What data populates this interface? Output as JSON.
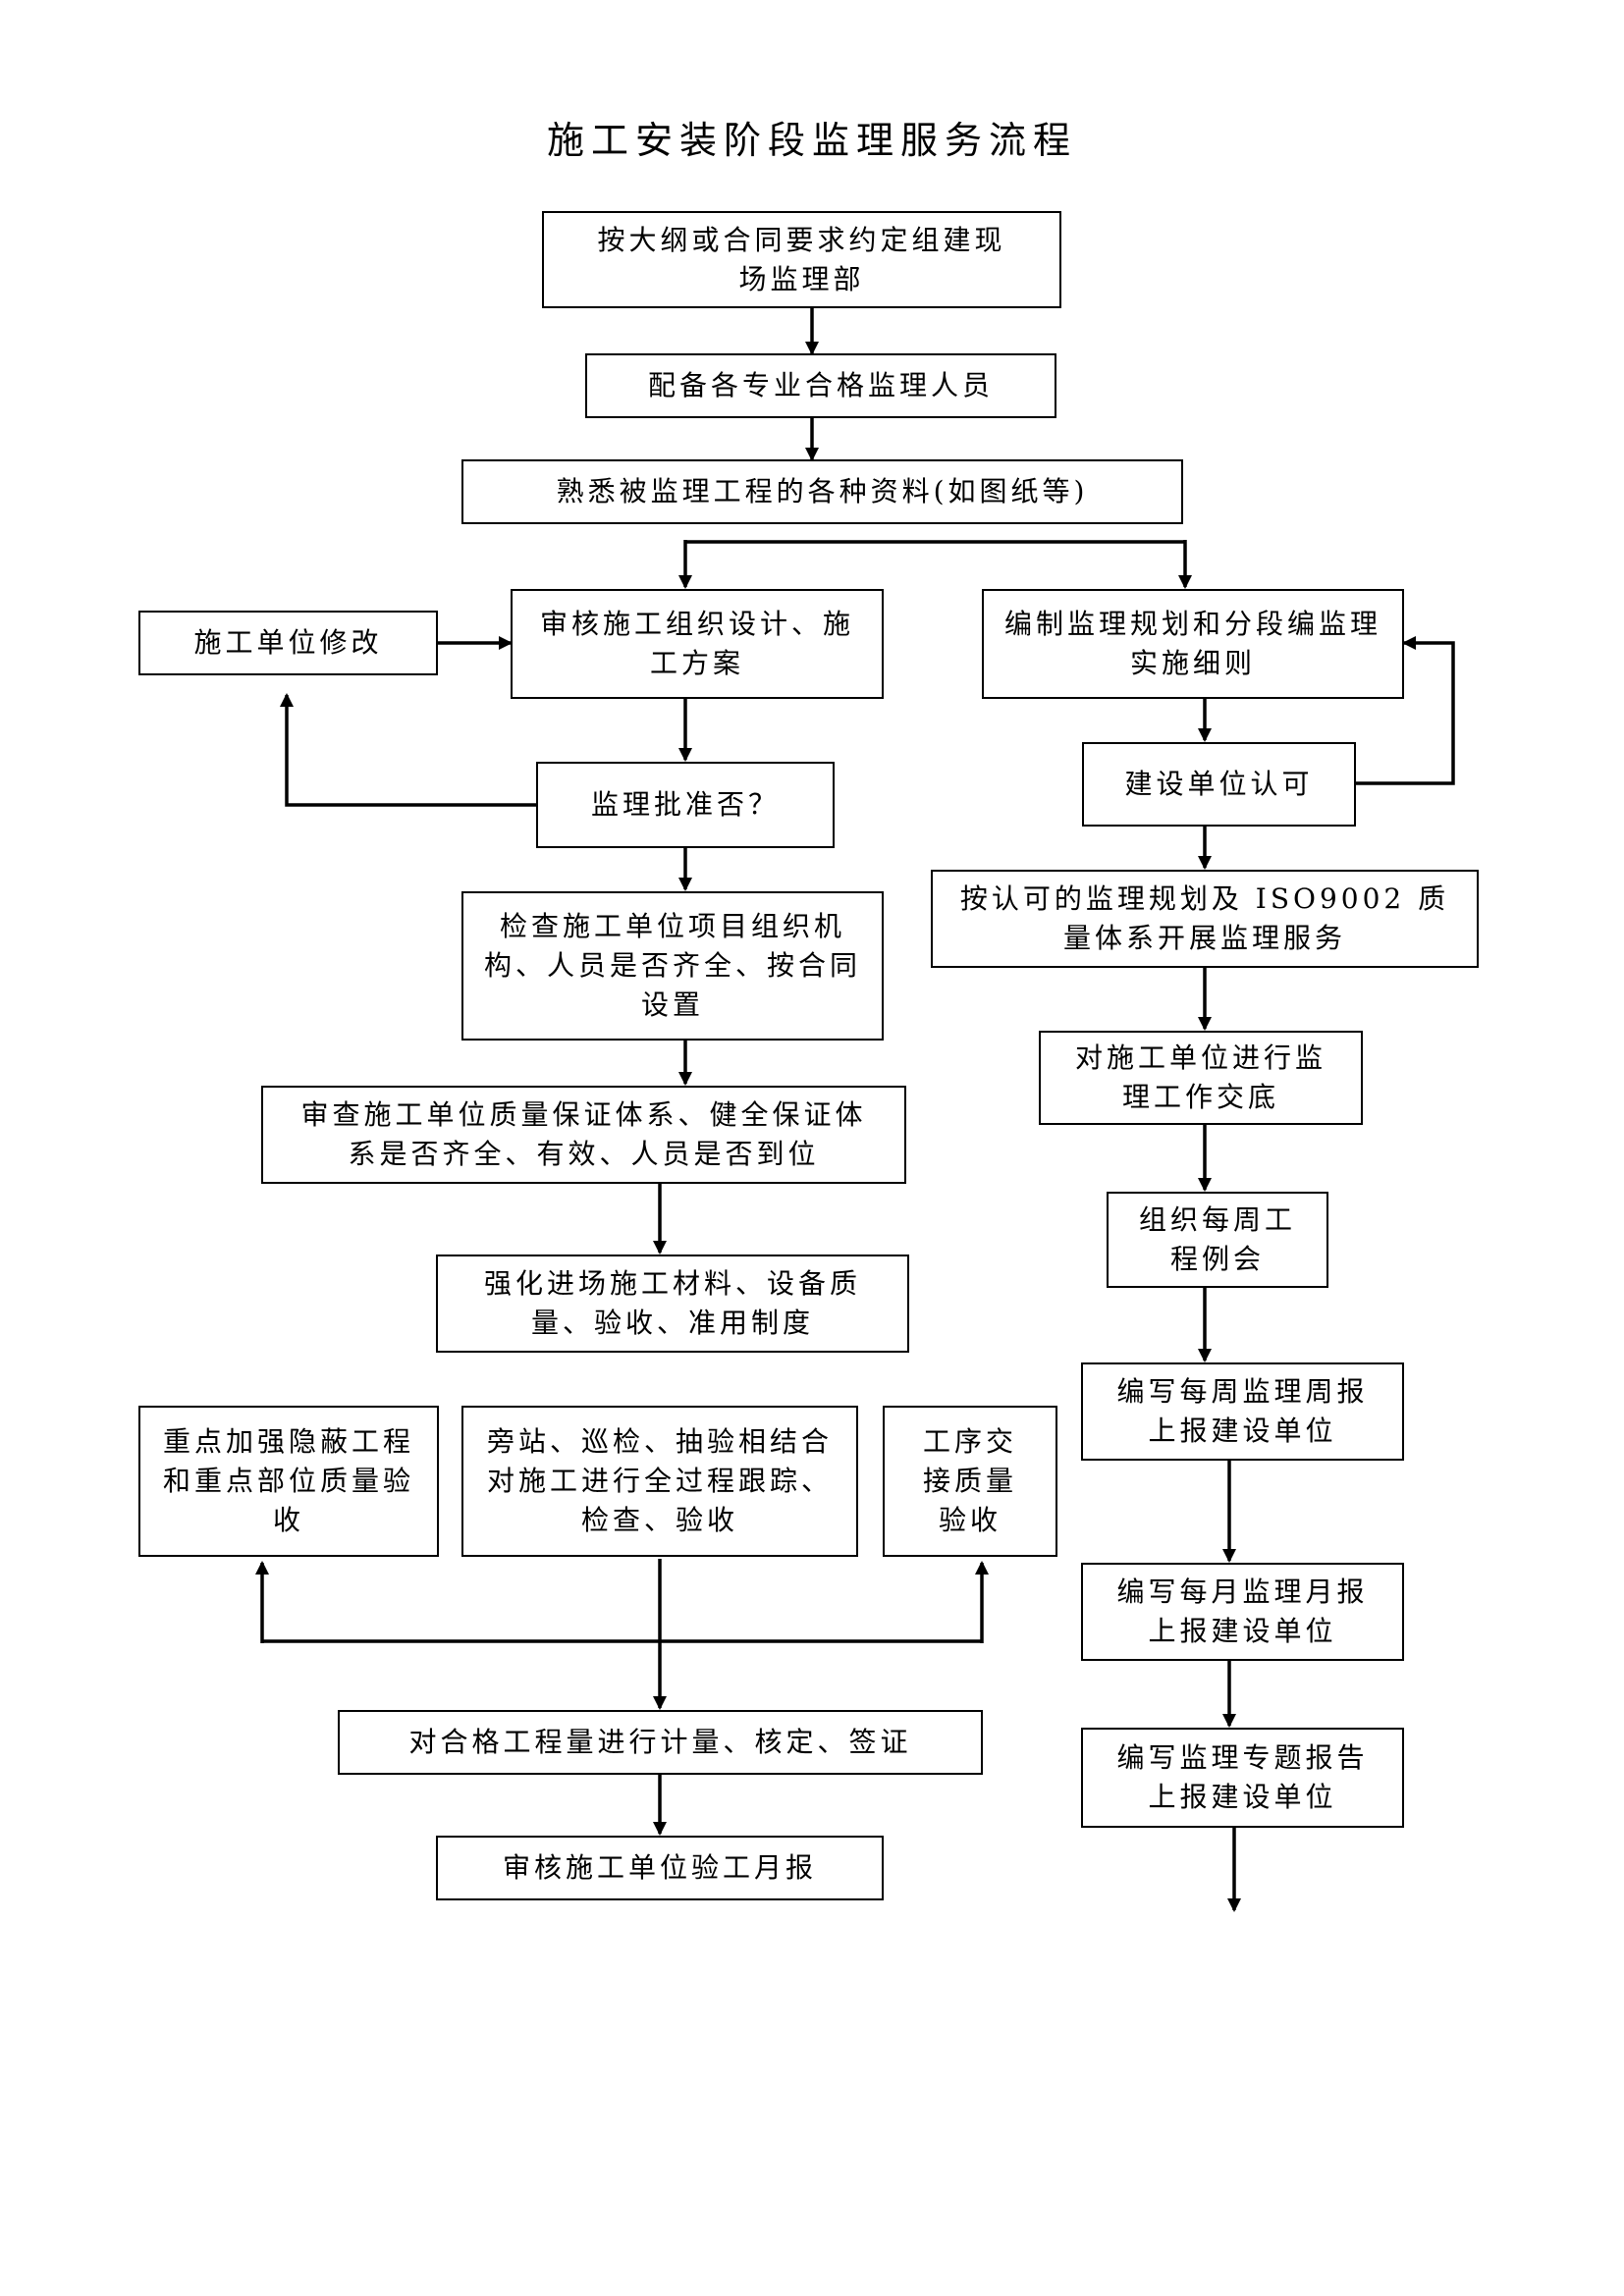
{
  "title": "施工安装阶段监理服务流程",
  "nodes": {
    "n1": "按大纲或合同要求约定组建现场监理部",
    "n2": "配备各专业合格监理人员",
    "n3": "熟悉被监理工程的各种资料(如图纸等)",
    "n4": "审核施工组织设计、施工方案",
    "n5": "施工单位修改",
    "n6": "监理批准否？",
    "n7": "检查施工单位项目组织机构、人员是否齐全、按合同设置",
    "n8": "审查施工单位质量保证体系、健全保证体系是否齐全、有效、人员是否到位",
    "n9": "强化进场施工材料、设备质量、验收、准用制度",
    "n10": "重点加强隐蔽工程和重点部位质量验收",
    "n11": "旁站、巡检、抽验相结合对施工进行全过程跟踪、检查、验收",
    "n12": "工序交接质量验收",
    "n13": "对合格工程量进行计量、核定、签证",
    "n14": "审核施工单位验工月报",
    "r1": "编制监理规划和分段编监理实施细则",
    "r2": "建设单位认可",
    "r3": "按认可的监理规划及 ISO9002 质量体系开展监理服务",
    "r4": "对施工单位进行监理工作交底",
    "r5": "组织每周工程例会",
    "r6": "编写每周监理周报上报建设单位",
    "r7": "编写每月监理月报上报建设单位",
    "r8": "编写监理专题报告上报建设单位"
  }
}
